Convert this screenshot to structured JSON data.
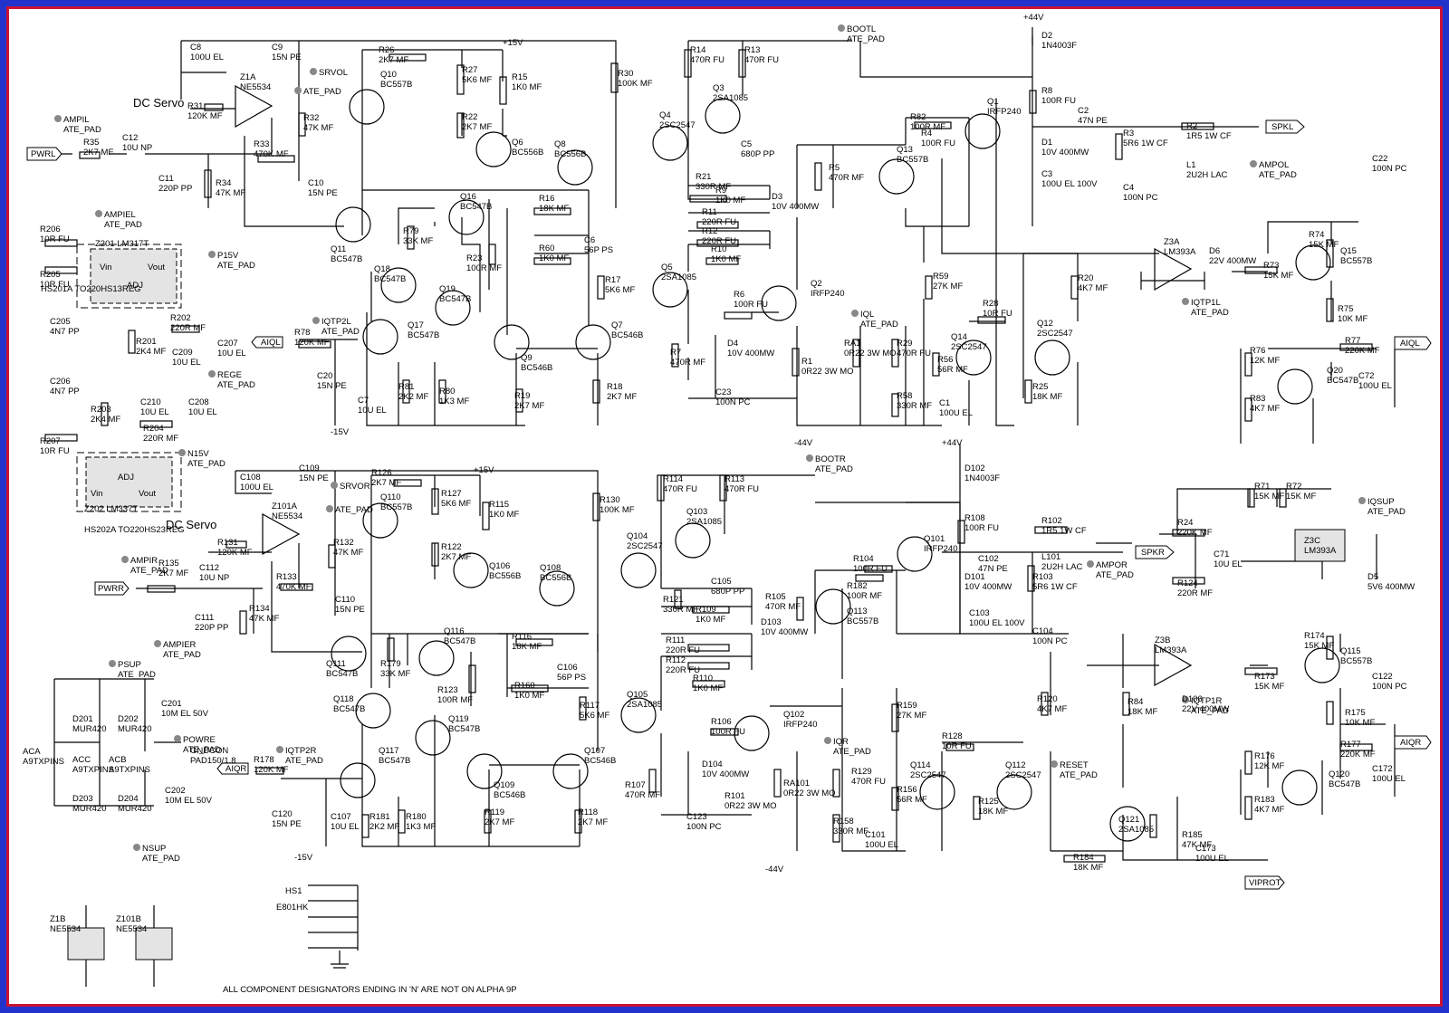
{
  "colors": {
    "frame_outer": "#2233cc",
    "frame_inner": "#cc1133",
    "wire": "#000000",
    "pad": "#888888"
  },
  "footnote": "ALL COMPONENT DESIGNATORS ENDING IN 'N' ARE NOT ON ALPHA 9P",
  "heatsink": {
    "ref": "HS1",
    "part": "E801HK"
  },
  "top": {
    "dc_servo": "DC Servo",
    "rails": {
      "p44": "+44V",
      "n44": "-44V",
      "p15": "+15V",
      "n15": "-15V"
    },
    "ports": {
      "pwr": "PWRL",
      "aiq": "AIQL",
      "spk": "SPKL",
      "aiq_out": "AIQL"
    },
    "pads": [
      "AMPIL\nATE_PAD",
      "AMPIEL\nATE_PAD",
      "SRVOL",
      "ATE_PAD",
      "P15V\nATE_PAD",
      "REGE\nATE_PAD",
      "IQTP2L\nATE_PAD",
      "BOOTL\nATE_PAD",
      "IQL\nATE_PAD",
      "AMPOL\nATE_PAD",
      "IQTP1L\nATE_PAD",
      "N15V\nATE_PAD"
    ],
    "reg": {
      "z201": "Z201\nLM317T",
      "z202": "Z202\nLM337T",
      "hs201": "HS201A\nTO220HS13REG",
      "hs202": "HS202A\nTO220HS23REG",
      "vin": "Vin",
      "vout": "Vout",
      "adj": "ADJ"
    },
    "components": [
      {
        "ref": "C8",
        "val": "100U EL"
      },
      {
        "ref": "C9",
        "val": "15N PE"
      },
      {
        "ref": "Z1A",
        "val": "NE5534"
      },
      {
        "ref": "R31",
        "val": "120K MF"
      },
      {
        "ref": "R32",
        "val": "47K MF"
      },
      {
        "ref": "R35",
        "val": "2K7 MF"
      },
      {
        "ref": "C12",
        "val": "10U NP"
      },
      {
        "ref": "R33",
        "val": "470K MF"
      },
      {
        "ref": "C10",
        "val": "15N PE"
      },
      {
        "ref": "C11",
        "val": "220P PP"
      },
      {
        "ref": "R34",
        "val": "47K MF"
      },
      {
        "ref": "R26",
        "val": "2K7 MF"
      },
      {
        "ref": "Q10",
        "val": "BC557B"
      },
      {
        "ref": "R27",
        "val": "5K6 MF"
      },
      {
        "ref": "R22",
        "val": "2K7 MF"
      },
      {
        "ref": "R15",
        "val": "1K0 MF"
      },
      {
        "ref": "Q6",
        "val": "BC556B"
      },
      {
        "ref": "Q8",
        "val": "BC556B"
      },
      {
        "ref": "R30",
        "val": "100K MF"
      },
      {
        "ref": "R14",
        "val": "470R FU"
      },
      {
        "ref": "R13",
        "val": "470R FU"
      },
      {
        "ref": "Q3",
        "val": "2SA1085"
      },
      {
        "ref": "Q4",
        "val": "2SC2547"
      },
      {
        "ref": "C5",
        "val": "680P PP"
      },
      {
        "ref": "R21",
        "val": "330R MF"
      },
      {
        "ref": "R9",
        "val": "1K0 MF"
      },
      {
        "ref": "D3",
        "val": "10V 400MW"
      },
      {
        "ref": "R5",
        "val": "470R MF"
      },
      {
        "ref": "R82",
        "val": "100R MF"
      },
      {
        "ref": "R4",
        "val": "100R FU"
      },
      {
        "ref": "Q13",
        "val": "BC557B"
      },
      {
        "ref": "Q1",
        "val": "IRFP240"
      },
      {
        "ref": "D2",
        "val": "1N4003F"
      },
      {
        "ref": "R8",
        "val": "100R FU"
      },
      {
        "ref": "D1",
        "val": "10V 400MW"
      },
      {
        "ref": "C3",
        "val": "100U EL 100V"
      },
      {
        "ref": "C2",
        "val": "47N PE"
      },
      {
        "ref": "R3",
        "val": "5R6 1W CF"
      },
      {
        "ref": "C4",
        "val": "100N PC"
      },
      {
        "ref": "R2",
        "val": "1R5 1W CF"
      },
      {
        "ref": "L1",
        "val": "2U2H LAC"
      },
      {
        "ref": "C22",
        "val": "100N PC"
      },
      {
        "ref": "R206",
        "val": "10R FU"
      },
      {
        "ref": "R205",
        "val": "10R FU"
      },
      {
        "ref": "C205",
        "val": "4N7 PP"
      },
      {
        "ref": "C206",
        "val": "4N7 PP"
      },
      {
        "ref": "R202",
        "val": "220R MF"
      },
      {
        "ref": "R201",
        "val": "2K4 MF"
      },
      {
        "ref": "C209",
        "val": "10U EL"
      },
      {
        "ref": "C207",
        "val": "10U EL"
      },
      {
        "ref": "R203",
        "val": "2K4 MF"
      },
      {
        "ref": "C210",
        "val": "10U EL"
      },
      {
        "ref": "C208",
        "val": "10U EL"
      },
      {
        "ref": "R204",
        "val": "220R MF"
      },
      {
        "ref": "R207",
        "val": "10R FU"
      },
      {
        "ref": "Q11",
        "val": "BC547B"
      },
      {
        "ref": "R79",
        "val": "33K MF"
      },
      {
        "ref": "Q16",
        "val": "BC547B"
      },
      {
        "ref": "R23",
        "val": "100R MF"
      },
      {
        "ref": "R16",
        "val": "18K MF"
      },
      {
        "ref": "R60",
        "val": "1K0 MF"
      },
      {
        "ref": "C6",
        "val": "56P PS"
      },
      {
        "ref": "Q18",
        "val": "BC547B"
      },
      {
        "ref": "Q19",
        "val": "BC547B"
      },
      {
        "ref": "R17",
        "val": "5K6 MF"
      },
      {
        "ref": "Q5",
        "val": "2SA1085"
      },
      {
        "ref": "R11",
        "val": "220R FU"
      },
      {
        "ref": "R12",
        "val": "220R FU"
      },
      {
        "ref": "R10",
        "val": "1K0 MF"
      },
      {
        "ref": "R6",
        "val": "100R FU"
      },
      {
        "ref": "Q2",
        "val": "IRFP240"
      },
      {
        "ref": "R59",
        "val": "27K MF"
      },
      {
        "ref": "R20",
        "val": "4K7 MF"
      },
      {
        "ref": "R28",
        "val": "10R FU"
      },
      {
        "ref": "Q14",
        "val": "2SC2547"
      },
      {
        "ref": "Q12",
        "val": "2SC2547"
      },
      {
        "ref": "R78",
        "val": "120K MF"
      },
      {
        "ref": "Q17",
        "val": "BC547B"
      },
      {
        "ref": "Q9",
        "val": "BC546B"
      },
      {
        "ref": "Q7",
        "val": "BC546B"
      },
      {
        "ref": "D4",
        "val": "10V 400MW"
      },
      {
        "ref": "R7",
        "val": "470R MF"
      },
      {
        "ref": "R1",
        "val": "0R22 3W MO"
      },
      {
        "ref": "RA1",
        "val": "0R22 3W MO"
      },
      {
        "ref": "R29",
        "val": "470R FU"
      },
      {
        "ref": "R56",
        "val": "56R MF"
      },
      {
        "ref": "R58",
        "val": "330R MF"
      },
      {
        "ref": "C1",
        "val": "100U EL"
      },
      {
        "ref": "R25",
        "val": "18K MF"
      },
      {
        "ref": "C20",
        "val": "15N PE"
      },
      {
        "ref": "C7",
        "val": "10U EL"
      },
      {
        "ref": "R81",
        "val": "2K2 MF"
      },
      {
        "ref": "R80",
        "val": "1K3 MF"
      },
      {
        "ref": "R19",
        "val": "2K7 MF"
      },
      {
        "ref": "R18",
        "val": "2K7 MF"
      },
      {
        "ref": "C23",
        "val": "100N PC"
      },
      {
        "ref": "Z3A",
        "val": "LM393A"
      },
      {
        "ref": "D6",
        "val": "22V 400MW"
      },
      {
        "ref": "R73",
        "val": "15K MF"
      },
      {
        "ref": "R74",
        "val": "15K MF"
      },
      {
        "ref": "Q15",
        "val": "BC557B"
      },
      {
        "ref": "R75",
        "val": "10K MF"
      },
      {
        "ref": "R77",
        "val": "220K MF"
      },
      {
        "ref": "R76",
        "val": "12K MF"
      },
      {
        "ref": "Q20",
        "val": "BC547B"
      },
      {
        "ref": "C72",
        "val": "100U EL"
      },
      {
        "ref": "R83",
        "val": "4K7 MF"
      }
    ]
  },
  "bottom": {
    "dc_servo": "DC Servo",
    "rails": {
      "p44": "+44V",
      "n44": "-44V",
      "p15": "+15V",
      "n15": "-15V"
    },
    "ports": {
      "pwr": "PWRR",
      "aiq": "AIQR",
      "spk": "SPKR",
      "aiq_out": "AIQR",
      "viprot": "VIPROT"
    },
    "pads": [
      "AMPIR\nATE_PAD",
      "AMPIER\nATE_PAD",
      "SRVOR",
      "ATE_PAD",
      "IQTP2R\nATE_PAD",
      "BOOTR\nATE_PAD",
      "IQR\nATE_PAD",
      "AMPOR\nATE_PAD",
      "IQSUP\nATE_PAD",
      "IQTP1R\nATE_PAD",
      "RESET\nATE_PAD",
      "PSUP\nATE_PAD",
      "POWRE\nATE_PAD",
      "NSUP\nATE_PAD"
    ],
    "components": [
      {
        "ref": "C108",
        "val": "100U EL"
      },
      {
        "ref": "C109",
        "val": "15N PE"
      },
      {
        "ref": "Z101A",
        "val": "NE5534"
      },
      {
        "ref": "R131",
        "val": "120K MF"
      },
      {
        "ref": "R132",
        "val": "47K MF"
      },
      {
        "ref": "R135",
        "val": "2K7 MF"
      },
      {
        "ref": "C112",
        "val": "10U NP"
      },
      {
        "ref": "R133",
        "val": "470K MF"
      },
      {
        "ref": "C110",
        "val": "15N PE"
      },
      {
        "ref": "C111",
        "val": "220P PP"
      },
      {
        "ref": "R134",
        "val": "47K MF"
      },
      {
        "ref": "R126",
        "val": "2K7 MF"
      },
      {
        "ref": "Q110",
        "val": "BC557B"
      },
      {
        "ref": "R127",
        "val": "5K6 MF"
      },
      {
        "ref": "R122",
        "val": "2K7 MF"
      },
      {
        "ref": "R115",
        "val": "1K0 MF"
      },
      {
        "ref": "Q106",
        "val": "BC556B"
      },
      {
        "ref": "Q108",
        "val": "BC556B"
      },
      {
        "ref": "R130",
        "val": "100K MF"
      },
      {
        "ref": "R114",
        "val": "470R FU"
      },
      {
        "ref": "R113",
        "val": "470R FU"
      },
      {
        "ref": "Q103",
        "val": "2SA1085"
      },
      {
        "ref": "Q104",
        "val": "2SC2547"
      },
      {
        "ref": "C105",
        "val": "680P PP"
      },
      {
        "ref": "R121",
        "val": "330R MF"
      },
      {
        "ref": "R109",
        "val": "1K0 MF"
      },
      {
        "ref": "D103",
        "val": "10V 400MW"
      },
      {
        "ref": "R105",
        "val": "470R MF"
      },
      {
        "ref": "R182",
        "val": "100R MF"
      },
      {
        "ref": "R104",
        "val": "100R FU"
      },
      {
        "ref": "Q113",
        "val": "BC557B"
      },
      {
        "ref": "Q101",
        "val": "IRFP240"
      },
      {
        "ref": "D102",
        "val": "1N4003F"
      },
      {
        "ref": "R108",
        "val": "100R FU"
      },
      {
        "ref": "D101",
        "val": "10V 400MW"
      },
      {
        "ref": "C103",
        "val": "100U EL 100V"
      },
      {
        "ref": "C102",
        "val": "47N PE"
      },
      {
        "ref": "R103",
        "val": "5R6 1W CF"
      },
      {
        "ref": "C104",
        "val": "100N PC"
      },
      {
        "ref": "R102",
        "val": "1R5 1W CF"
      },
      {
        "ref": "L101",
        "val": "2U2H LAC"
      },
      {
        "ref": "R24",
        "val": "220K MF"
      },
      {
        "ref": "R71",
        "val": "15K MF"
      },
      {
        "ref": "R72",
        "val": "15K MF"
      },
      {
        "ref": "C71",
        "val": "10U EL"
      },
      {
        "ref": "R124",
        "val": "220R MF"
      },
      {
        "ref": "Z3C",
        "val": "LM393A"
      },
      {
        "ref": "D5",
        "val": "5V6 400MW"
      },
      {
        "ref": "Q111",
        "val": "BC547B"
      },
      {
        "ref": "R179",
        "val": "33K MF"
      },
      {
        "ref": "Q116",
        "val": "BC547B"
      },
      {
        "ref": "R123",
        "val": "100R MF"
      },
      {
        "ref": "R116",
        "val": "18K MF"
      },
      {
        "ref": "R160",
        "val": "1K0 MF"
      },
      {
        "ref": "C106",
        "val": "56P PS"
      },
      {
        "ref": "Q118",
        "val": "BC547B"
      },
      {
        "ref": "Q119",
        "val": "BC547B"
      },
      {
        "ref": "R117",
        "val": "5K6 MF"
      },
      {
        "ref": "Q105",
        "val": "2SA1085"
      },
      {
        "ref": "R111",
        "val": "220R FU"
      },
      {
        "ref": "R112",
        "val": "220R FU"
      },
      {
        "ref": "R110",
        "val": "1K0 MF"
      },
      {
        "ref": "R106",
        "val": "100R FU"
      },
      {
        "ref": "Q102",
        "val": "IRFP240"
      },
      {
        "ref": "R159",
        "val": "27K MF"
      },
      {
        "ref": "R120",
        "val": "4K7 MF"
      },
      {
        "ref": "R128",
        "val": "10R FU"
      },
      {
        "ref": "Q114",
        "val": "2SC2547"
      },
      {
        "ref": "Q112",
        "val": "2SC2547"
      },
      {
        "ref": "R178",
        "val": "120K MF"
      },
      {
        "ref": "Q117",
        "val": "BC547B"
      },
      {
        "ref": "Q109",
        "val": "BC546B"
      },
      {
        "ref": "Q107",
        "val": "BC546B"
      },
      {
        "ref": "D104",
        "val": "10V 400MW"
      },
      {
        "ref": "R107",
        "val": "470R MF"
      },
      {
        "ref": "R101",
        "val": "0R22 3W MO"
      },
      {
        "ref": "RA101",
        "val": "0R22 3W MO"
      },
      {
        "ref": "R129",
        "val": "470R FU"
      },
      {
        "ref": "R156",
        "val": "56R MF"
      },
      {
        "ref": "R158",
        "val": "330R MF"
      },
      {
        "ref": "C101",
        "val": "100U EL"
      },
      {
        "ref": "R125",
        "val": "18K MF"
      },
      {
        "ref": "C120",
        "val": "15N PE"
      },
      {
        "ref": "C107",
        "val": "10U EL"
      },
      {
        "ref": "R181",
        "val": "2K2 MF"
      },
      {
        "ref": "R180",
        "val": "1K3 MF"
      },
      {
        "ref": "R119",
        "val": "2K7 MF"
      },
      {
        "ref": "R118",
        "val": "2K7 MF"
      },
      {
        "ref": "C123",
        "val": "100N PC"
      },
      {
        "ref": "Z3B",
        "val": "LM393A"
      },
      {
        "ref": "D106",
        "val": "22V 400MW"
      },
      {
        "ref": "R173",
        "val": "15K MF"
      },
      {
        "ref": "R174",
        "val": "15K MF"
      },
      {
        "ref": "Q115",
        "val": "BC557B"
      },
      {
        "ref": "R175",
        "val": "10K MF"
      },
      {
        "ref": "R177",
        "val": "220K MF"
      },
      {
        "ref": "R176",
        "val": "12K MF"
      },
      {
        "ref": "Q120",
        "val": "BC547B"
      },
      {
        "ref": "C172",
        "val": "100U EL"
      },
      {
        "ref": "R183",
        "val": "4K7 MF"
      },
      {
        "ref": "C122",
        "val": "100N PC"
      },
      {
        "ref": "R84",
        "val": "18K MF"
      },
      {
        "ref": "Q121",
        "val": "2SA1085"
      },
      {
        "ref": "R185",
        "val": "47K MF"
      },
      {
        "ref": "C173",
        "val": "100U EL"
      },
      {
        "ref": "R184",
        "val": "18K MF"
      },
      {
        "ref": "D201",
        "val": "MUR420"
      },
      {
        "ref": "D202",
        "val": "MUR420"
      },
      {
        "ref": "D203",
        "val": "MUR420"
      },
      {
        "ref": "D204",
        "val": "MUR420"
      },
      {
        "ref": "C201",
        "val": "10M EL 50V"
      },
      {
        "ref": "C202",
        "val": "10M EL 50V"
      },
      {
        "ref": "ACA",
        "val": "A9TXPINS"
      },
      {
        "ref": "ACC",
        "val": "A9TXPINS"
      },
      {
        "ref": "ACB",
        "val": "A9TXPINS"
      },
      {
        "ref": "GNDCON",
        "val": "PAD150/1.8"
      },
      {
        "ref": "Z1B",
        "val": "NE5534"
      },
      {
        "ref": "Z101B",
        "val": "NE5534"
      }
    ]
  }
}
